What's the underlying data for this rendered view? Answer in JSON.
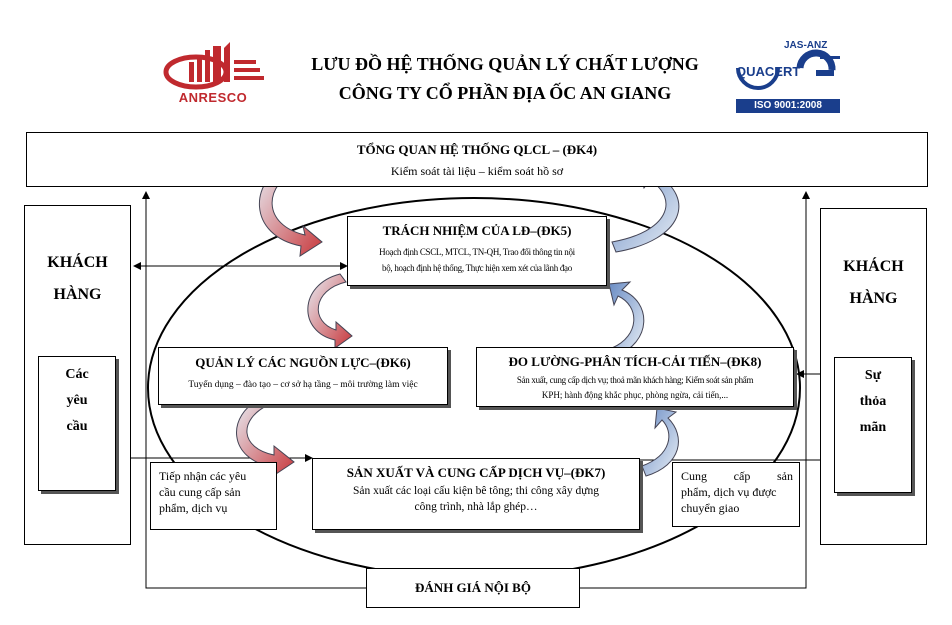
{
  "header": {
    "logo_left_text": "ANRESCO",
    "title_line1": "LƯU ĐỒ HỆ THỐNG QUẢN LÝ CHẤT LƯỢNG",
    "title_line2": "CÔNG TY CỔ PHẦN ĐỊA ỐC AN GIANG",
    "cert_top": "JAS-ANZ",
    "cert_name": "QUACERT",
    "cert_iso": "ISO 9001:2008"
  },
  "overview": {
    "title": "TỔNG QUAN HỆ THỐNG QLCL – (ĐK4)",
    "subtitle": "Kiểm soát tài liệu – kiểm soát hồ sơ"
  },
  "left_customer": {
    "label_line1": "KHÁCH",
    "label_line2": "HÀNG",
    "inner_line1": "Các",
    "inner_line2": "yêu",
    "inner_line3": "cầu"
  },
  "right_customer": {
    "label_line1": "KHÁCH",
    "label_line2": "HÀNG",
    "inner_line1": "Sự",
    "inner_line2": "thỏa",
    "inner_line3": "mãn"
  },
  "leadership": {
    "title": "TRÁCH NHIỆM CỦA LĐ–(ĐK5)",
    "desc_line1": "Hoạch định CSCL, MTCL, TN-QH, Trao đổi thông tin nội",
    "desc_line2": "bộ, hoạch định hệ thống, Thực hiện xem xét của lãnh đạo"
  },
  "resources": {
    "title": "QUẢN LÝ CÁC NGUỒN LỰC–(ĐK6)",
    "desc": "Tuyển dụng – đào tạo – cơ sở hạ tầng – môi trường làm việc"
  },
  "measurement": {
    "title": "ĐO LƯỜNG-PHÂN TÍCH-CẢI TIẾN–(ĐK8)",
    "desc_line1": "Sản xuất, cung cấp dịch vụ; thoả mãn khách hàng; Kiểm soát sản phẩm",
    "desc_line2": "KPH; hành động khắc phục, phòng ngừa, cải tiến,..."
  },
  "production": {
    "title": "SẢN XUẤT VÀ CUNG CẤP DỊCH VỤ–(ĐK7)",
    "desc_line1": "Sản xuất các loại cấu kiện bê tông; thi công xây dựng",
    "desc_line2": "công trình, nhà lắp ghép…"
  },
  "input_note": {
    "line1": "Tiếp nhận các yêu",
    "line2": "cầu cung cấp sản",
    "line3": "phẩm, dịch vụ"
  },
  "output_note": {
    "line1": "Cung cấp sản",
    "line2": "phẩm, dịch vụ được",
    "line3": "chuyển giao"
  },
  "internal_audit": {
    "title": "ĐÁNH GIÁ NỘI BỘ"
  },
  "colors": {
    "logo_red": "#c0292e",
    "quacert_blue": "#1a3e8c",
    "arrow_red": "#d9777a",
    "arrow_blue": "#7f9fcf",
    "arrow_gray": "#a9b4c2"
  }
}
